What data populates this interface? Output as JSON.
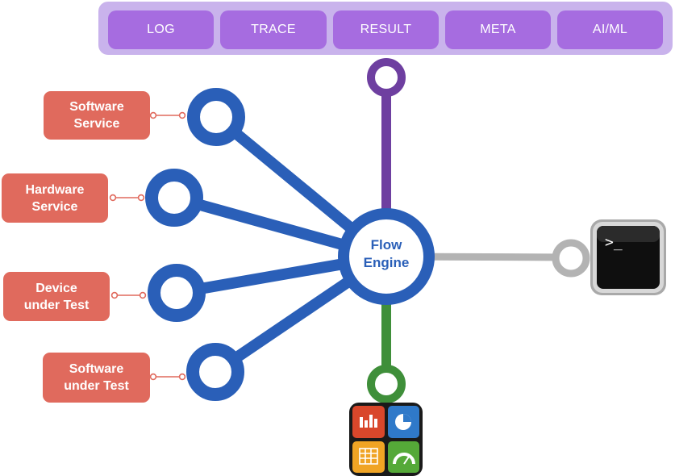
{
  "top_tags": [
    "LOG",
    "TRACE",
    "RESULT",
    "META",
    "AI/ML"
  ],
  "sources": [
    {
      "line1": "Software",
      "line2": "Service"
    },
    {
      "line1": "Hardware",
      "line2": "Service"
    },
    {
      "line1": "Device",
      "line2": "under Test"
    },
    {
      "line1": "Software",
      "line2": "under Test"
    }
  ],
  "engine": {
    "line1": "Flow",
    "line2": "Engine"
  },
  "terminal": {
    "prompt": ">_"
  },
  "icons": [
    "terminal-icon",
    "dashboard-puzzle-icon",
    "bar-chart-icon",
    "pie-chart-icon",
    "table-icon",
    "gauge-icon"
  ],
  "colors": {
    "blue": "#2a5fb8",
    "purple": "#6e3fa0",
    "green": "#3f8f3a",
    "gray": "#b3b3b3",
    "tag": "#a66ce0",
    "tag_bar": "#c9b3ec",
    "box": "#e06a5d"
  }
}
